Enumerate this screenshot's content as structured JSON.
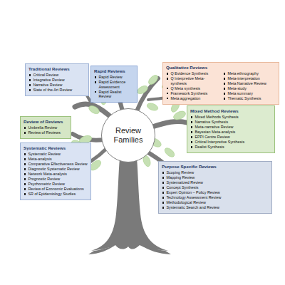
{
  "diagram": {
    "nodes": [
      {
        "text": [
          "Traditional Reviews",
          "Critical Review",
          "Integrative Review",
          "Narrative Review",
          "State of the Art Review"
        ]
      },
      {
        "text": [
          "Rapid Reviews",
          "Rapid Review",
          "Rapid Evidence Assessment",
          "Rapid Realist Review"
        ]
      },
      {
        "text": [
          "Qualitative Reviews",
          "Q Evidence Synthesis",
          "Q Interpretive Meta-synthesis",
          "Q Meta synthesis",
          "Framework Synthesis",
          "Meta aggregation",
          "Meta ethnography",
          "Meta-interpretation",
          "Meta Narrative Review",
          "Meta-study",
          "Meta summary",
          "Thematic Synthesis"
        ]
      },
      {
        "text": [
          "Review of Reviews",
          "Umbrella Review",
          "Review of Reviews"
        ]
      },
      {
        "text": [
          "Review Families"
        ]
      },
      {
        "text": [
          "Mixed Method Reviews",
          "Mixed Methods Synthesis",
          "Narrative Synthesis",
          "Meta-narrative Review",
          "Bayesian Meta-analysis",
          "EPPI Centre Review",
          "Critical Interpretive Synthesis",
          "Realist Synthesis"
        ]
      },
      {
        "text": [
          "Systematic Reviews",
          "Systematic Review",
          "Meta-analysis",
          "Comparative Effectiveness Review",
          "Diagnostic Systematic Review",
          "Network Meta-analysis",
          "Prognostic Review",
          "Psychometric Review",
          "Review of Economic Evaluations",
          "SR of Epidemiology Studies"
        ]
      },
      {
        "text": [
          "Purpose Specific Reviews",
          "Scoping Review",
          "Mapping Review",
          "Systematized Review",
          "Concept Synthesis",
          "Expert Opinion – Policy Review",
          "Technology Assessment Review",
          "Methodological Review",
          "Systematic Search and Review"
        ]
      }
    ]
  }
}
